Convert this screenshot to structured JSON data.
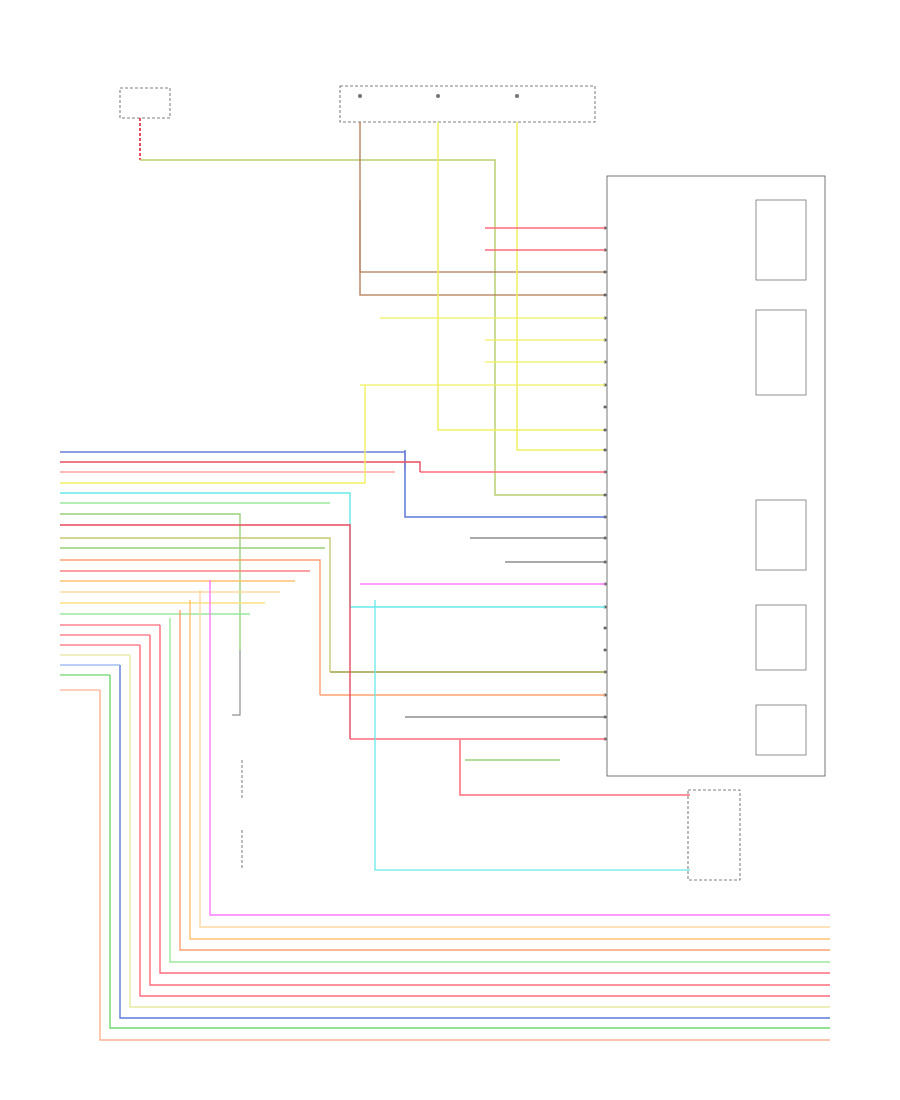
{
  "diagram": {
    "reference_code": "",
    "wires": [
      {
        "id": "w1",
        "color": "#6b7bd6"
      },
      {
        "id": "w2",
        "color": "#e84a5f"
      },
      {
        "id": "w3",
        "color": "#ffa3a3"
      },
      {
        "id": "w4",
        "color": "#f0f060"
      },
      {
        "id": "w5",
        "color": "#66e8e8"
      },
      {
        "id": "w6",
        "color": "#9be89b"
      },
      {
        "id": "w7",
        "color": "#9ad07a"
      },
      {
        "id": "w8",
        "color": "#e84a5f"
      },
      {
        "id": "w9",
        "color": "#c8c870"
      },
      {
        "id": "w10",
        "color": "#9ad07a"
      },
      {
        "id": "w11",
        "color": "#ffa070"
      },
      {
        "id": "w12",
        "color": "#ff8080"
      },
      {
        "id": "w13",
        "color": "#ffc070"
      },
      {
        "id": "w14",
        "color": "#ffd8a0"
      },
      {
        "id": "w15",
        "color": "#ffe080"
      },
      {
        "id": "w16",
        "color": "#9be89b"
      },
      {
        "id": "w17",
        "color": "#ff6b7b"
      },
      {
        "id": "w18",
        "color": "#ff6b7b"
      },
      {
        "id": "w19",
        "color": "#ff6b7b"
      },
      {
        "id": "w20",
        "color": "#e8e8a0"
      },
      {
        "id": "w21",
        "color": "#5a7ad8"
      },
      {
        "id": "w22",
        "color": "#6fd86f"
      },
      {
        "id": "w23",
        "color": "#ffb090"
      }
    ],
    "colors": {
      "frame": "#555555",
      "ground": "#b07850",
      "yellow": "#f0f060",
      "pink": "#ff6b7b",
      "magenta": "#ff7bff",
      "cyan": "#66e8e8",
      "olive": "#a0a040",
      "gray": "#777777",
      "blue": "#5a7ad8",
      "feed": "#b8d070",
      "lightblue": "#90b0f0"
    }
  }
}
